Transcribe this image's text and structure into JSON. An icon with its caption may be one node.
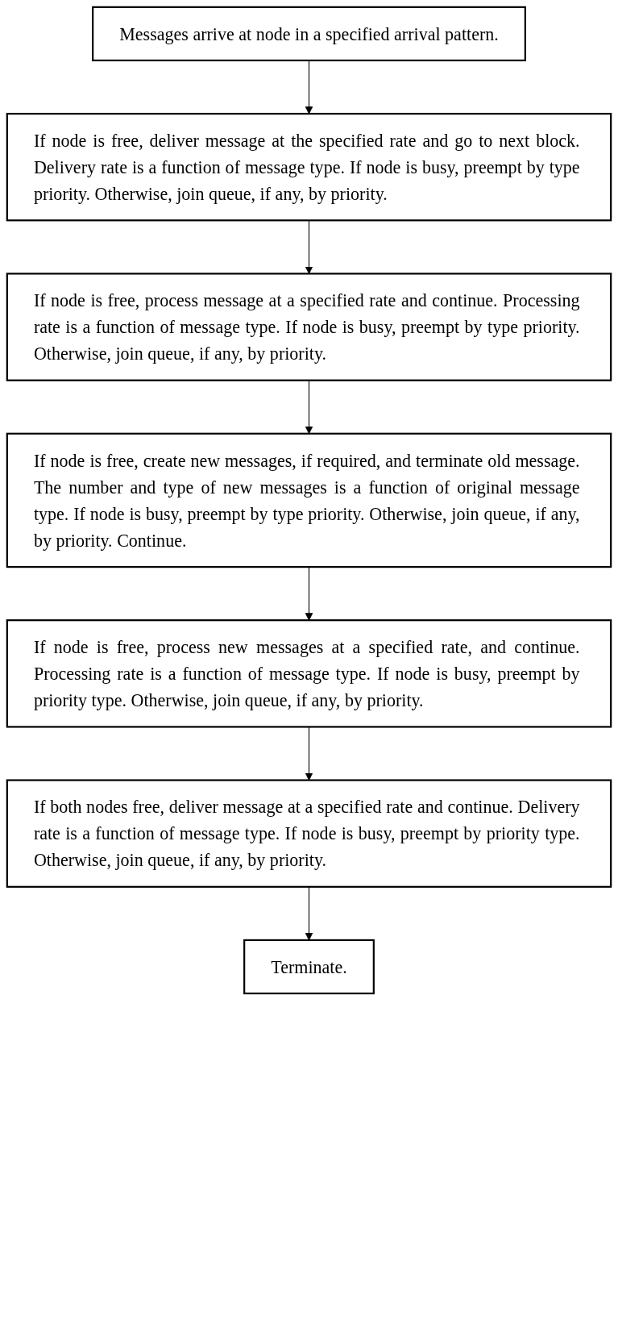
{
  "diagram": {
    "nodes": [
      {
        "text": [
          "Messages arrive at node in a specified arrival pattern."
        ]
      },
      {
        "text": [
          "If node is free, deliver message at the specified rate and go to next block. Delivery rate is a function of message type. If node is busy, preempt by type priority. Otherwise, join queue, if any, by priority."
        ]
      },
      {
        "text": [
          "If node is free, process message at a specified rate and continue. Processing rate is a function of message type. If node is busy, preempt by type priority. Otherwise, join queue, if any, by priority."
        ]
      },
      {
        "text": [
          "If node is free, create new messages, if required, and terminate old message. The number and type of new messages is a function of original message type. If node is busy, preempt by type priority. Otherwise, join queue, if any, by priority. Continue."
        ]
      },
      {
        "text": [
          "If node is free, process new messages at a specified rate, and continue. Processing rate is a function of message type. If node is busy, preempt by priority type. Otherwise, join queue, if any, by priority."
        ]
      },
      {
        "text": [
          "If both nodes free, deliver message at a specified rate and continue. Delivery rate is a function of message type. If node is busy, preempt by priority type. Otherwise, join queue, if any, by priority."
        ]
      },
      {
        "text": [
          "Terminate."
        ]
      }
    ],
    "edges": [
      {
        "from": 0,
        "to": 1,
        "arrow": "to"
      },
      {
        "from": 1,
        "to": 2,
        "arrow": "to"
      },
      {
        "from": 2,
        "to": 3,
        "arrow": "to"
      },
      {
        "from": 3,
        "to": 4,
        "arrow": "to"
      },
      {
        "from": 4,
        "to": 5,
        "arrow": "to"
      },
      {
        "from": 5,
        "to": 6,
        "arrow": "to"
      }
    ]
  }
}
